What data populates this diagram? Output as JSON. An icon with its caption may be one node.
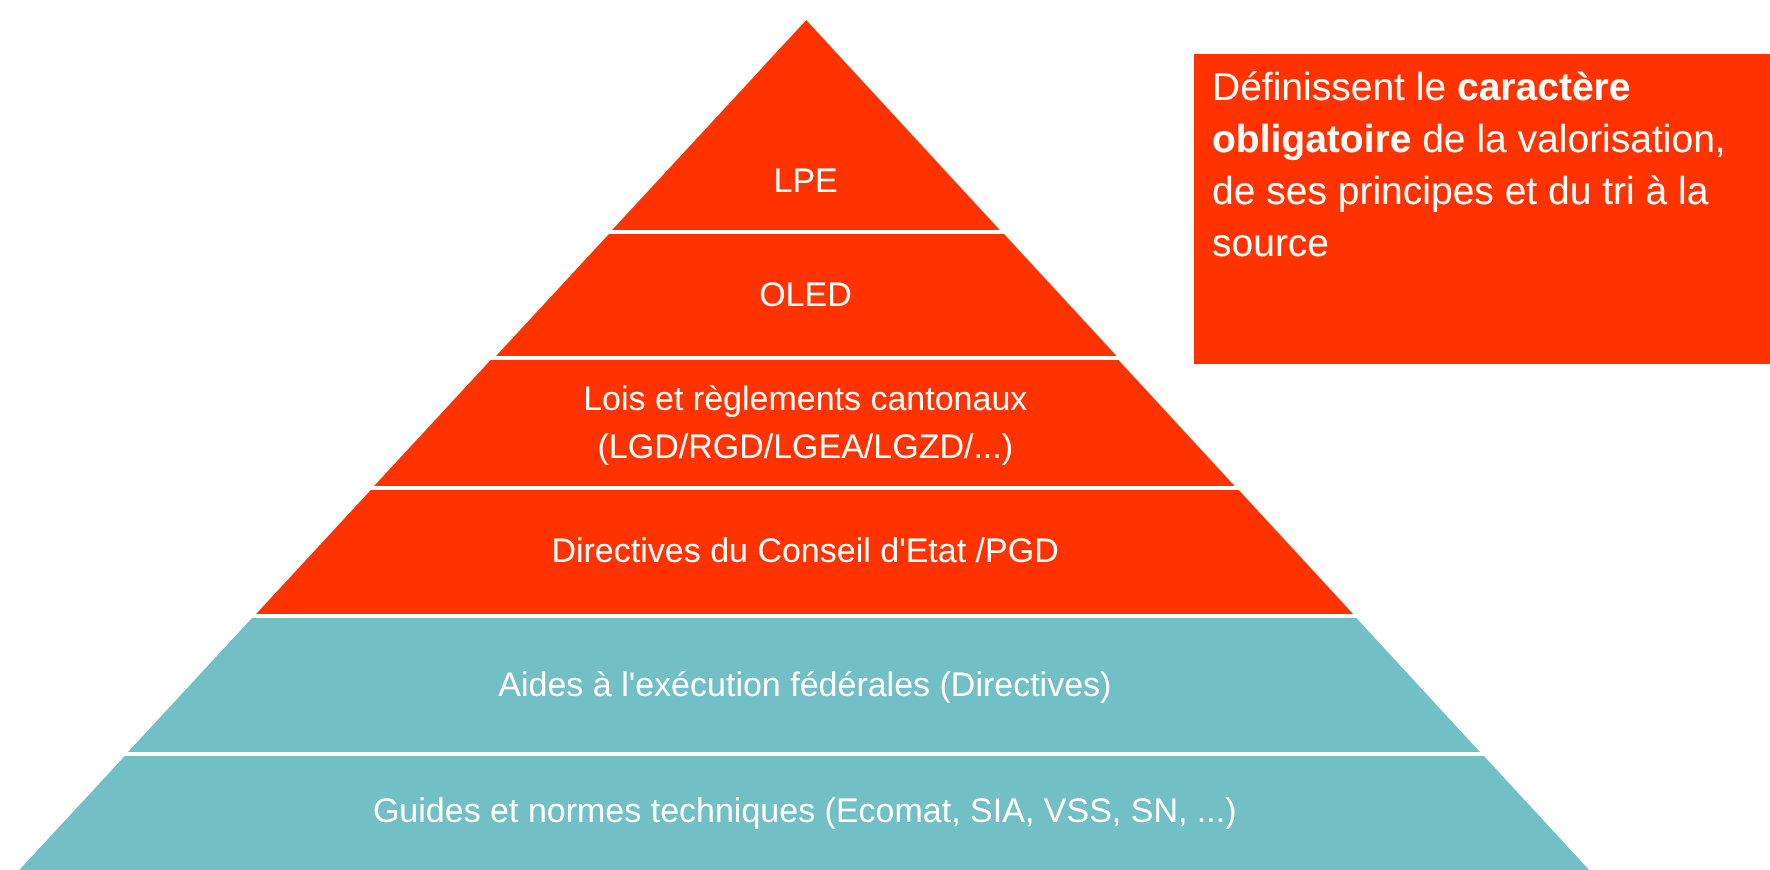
{
  "diagram": {
    "nodes": [
      {
        "text": [
          "LPE"
        ]
      },
      {
        "text": [
          "OLED"
        ]
      },
      {
        "text": [
          "Lois et règlements cantonaux (LGD/RGD/LGEA/LGZD/...)"
        ]
      },
      {
        "text": [
          "Directives du Conseil d'Etat /PGD"
        ]
      },
      {
        "text": [
          "Aides à l'exécution fédérales (Directives)"
        ]
      },
      {
        "text": [
          "Guides et normes techniques (Ecomat, SIA, VSS, SN, ...)"
        ]
      },
      {
        "text": [
          "Définissent le **caractère obligatoire** de la valorisation, de ses principes et du tri à la source"
        ]
      }
    ]
  }
}
